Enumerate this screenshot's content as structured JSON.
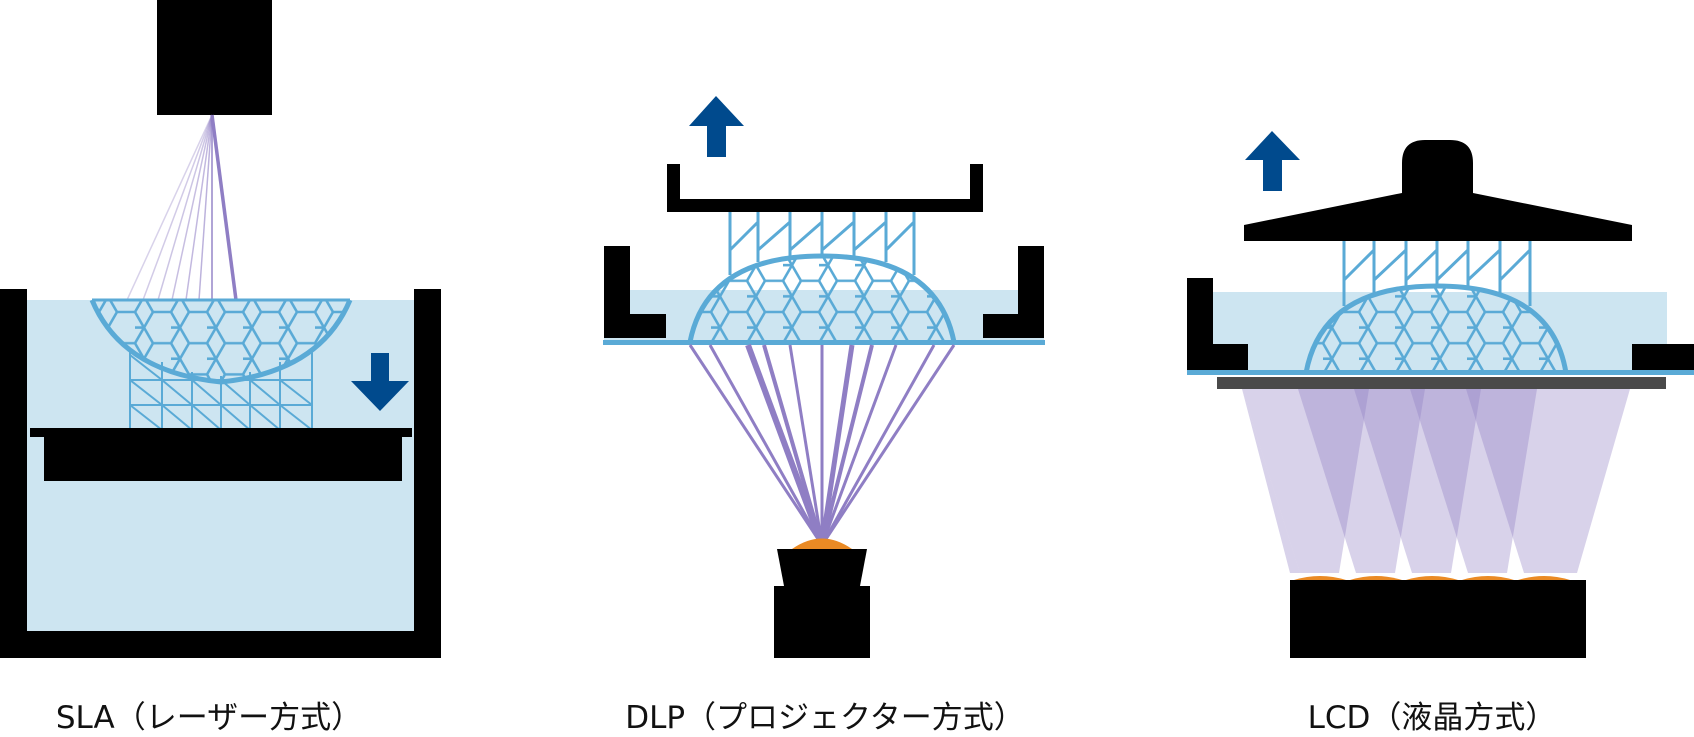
{
  "captions": {
    "sla": "SLA（レーザー方式）",
    "dlp": "DLP（プロジェクター方式）",
    "lcd": "LCD（液晶方式）"
  },
  "colors": {
    "machine": "#000000",
    "resin": "#cde5f1",
    "model": "#5aaad6",
    "light": "#8f7ec4",
    "source": "#ea8a24",
    "arrow": "#004a8d",
    "film": "#4a4a4a"
  },
  "icons": {
    "move_down": "arrow-down-icon",
    "move_up": "arrow-up-icon"
  }
}
